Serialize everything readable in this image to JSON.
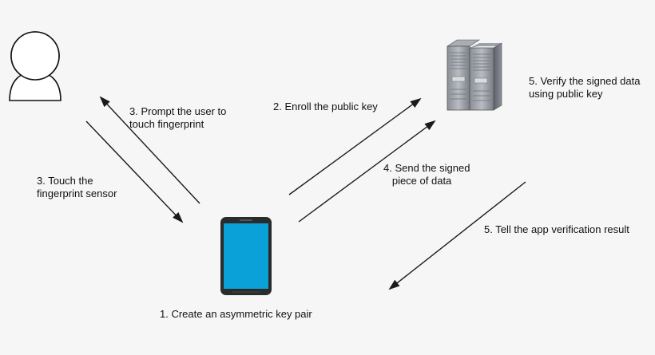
{
  "labels": {
    "step1": "1. Create an asymmetric key pair",
    "step2": "2. Enroll the public key",
    "step3_prompt": "3. Prompt the user to\ntouch fingerprint",
    "step3_touch": "3. Touch the\nfingerprint sensor",
    "step4": "4. Send the signed\n   piece of data",
    "step5_verify": "5. Verify the signed data\nusing public key",
    "step5_tell": "5. Tell the app verification result"
  },
  "icons": {
    "user": "user-icon",
    "phone": "smartphone-icon",
    "server": "server-icon"
  },
  "colors": {
    "background": "#f6f6f6",
    "arrow": "#1a1a1a",
    "phone_screen": "#0aa0d8",
    "phone_body": "#2b2b2b"
  }
}
